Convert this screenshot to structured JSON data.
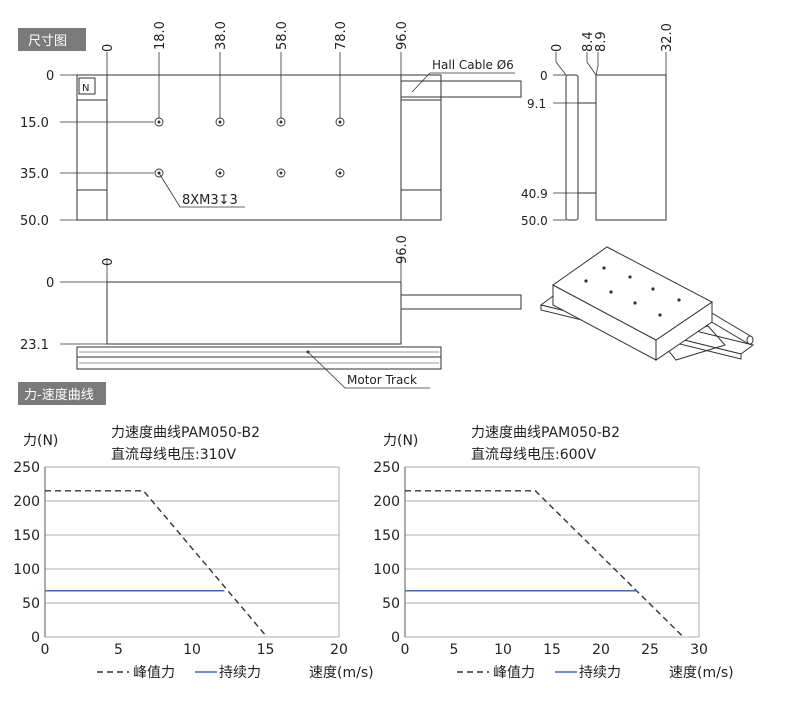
{
  "sections": {
    "dimensions": "尺寸图",
    "force_speed": "力-速度曲线"
  },
  "top_view": {
    "x_ticks": [
      "0",
      "18.0",
      "38.0",
      "58.0",
      "78.0",
      "96.0"
    ],
    "y_ticks": [
      "0",
      "15.0",
      "35.0",
      "50.0"
    ],
    "n_mark": "N",
    "hall_cable": "Hall Cable Ø6",
    "hole_note": "8XM3↧3"
  },
  "side_view": {
    "x_ticks": [
      "0",
      "8.4",
      "8.9",
      "32.0"
    ],
    "y_ticks": [
      "0",
      "9.1",
      "40.9",
      "50.0"
    ]
  },
  "front_view": {
    "x_ticks": [
      "0",
      "96.0"
    ],
    "y_ticks": [
      "0",
      "23.1"
    ],
    "track_label": "Motor Track"
  },
  "chart_data": [
    {
      "type": "line",
      "title": "力速度曲线PAM050-B2",
      "subtitle": "直流母线电压:310V",
      "ylabel": "力(N)",
      "xlabel": "速度(m/s)",
      "xlim": [
        0,
        20
      ],
      "ylim": [
        0,
        250
      ],
      "x_ticks": [
        0,
        5,
        10,
        15,
        20
      ],
      "y_ticks": [
        0,
        50,
        100,
        150,
        200,
        250
      ],
      "series": [
        {
          "name": "峰值力",
          "style": "dashed",
          "color": "#333333",
          "x": [
            0,
            6.7,
            15.1
          ],
          "y": [
            215,
            215,
            0
          ]
        },
        {
          "name": "持续力",
          "style": "solid",
          "color": "#3d6cb4",
          "x": [
            0,
            12.2
          ],
          "y": [
            68,
            68
          ]
        }
      ]
    },
    {
      "type": "line",
      "title": "力速度曲线PAM050-B2",
      "subtitle": "直流母线电压:600V",
      "ylabel": "力(N)",
      "xlabel": "速度(m/s)",
      "xlim": [
        0,
        30
      ],
      "ylim": [
        0,
        250
      ],
      "x_ticks": [
        0,
        5,
        10,
        15,
        20,
        25,
        30
      ],
      "y_ticks": [
        0,
        50,
        100,
        150,
        200,
        250
      ],
      "series": [
        {
          "name": "峰值力",
          "style": "dashed",
          "color": "#333333",
          "x": [
            0,
            13.3,
            28.4
          ],
          "y": [
            215,
            215,
            0
          ]
        },
        {
          "name": "持续力",
          "style": "solid",
          "color": "#3d6cb4",
          "x": [
            0,
            23.7
          ],
          "y": [
            68,
            68
          ]
        }
      ]
    }
  ]
}
